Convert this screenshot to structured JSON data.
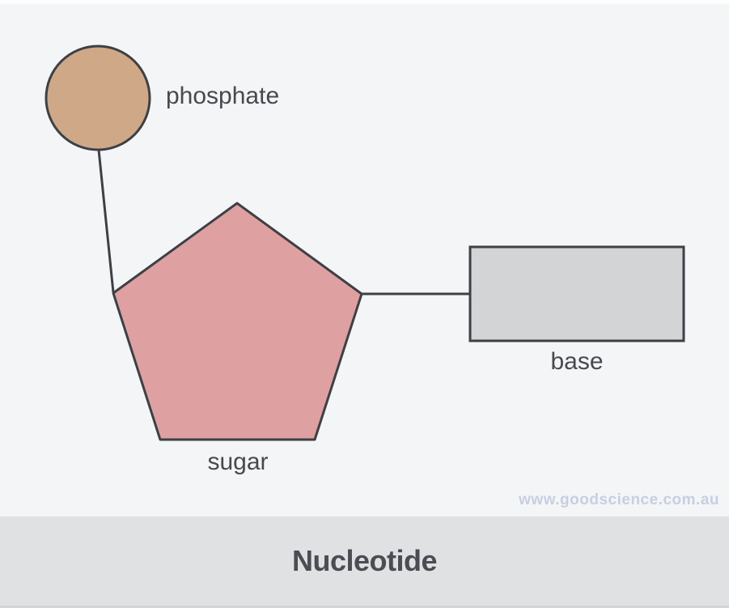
{
  "diagram": {
    "title": "Nucleotide",
    "watermark": "www.goodscience.com.au",
    "nodes": {
      "phosphate": {
        "label": "phosphate",
        "shape": "circle",
        "fill": "#cfa987"
      },
      "sugar": {
        "label": "sugar",
        "shape": "pentagon",
        "fill": "#dfa0a1"
      },
      "base": {
        "label": "base",
        "shape": "rectangle",
        "fill": "#d3d4d6"
      }
    },
    "connections": [
      {
        "from": "phosphate",
        "to": "sugar"
      },
      {
        "from": "sugar",
        "to": "base"
      }
    ],
    "colors": {
      "background": "#f4f5f7",
      "stroke": "#3d4044",
      "banner_background": "#dfe1e3",
      "title_text": "#4a4e53",
      "label_text": "#46494d",
      "watermark_text": "#c7cfe0"
    }
  }
}
